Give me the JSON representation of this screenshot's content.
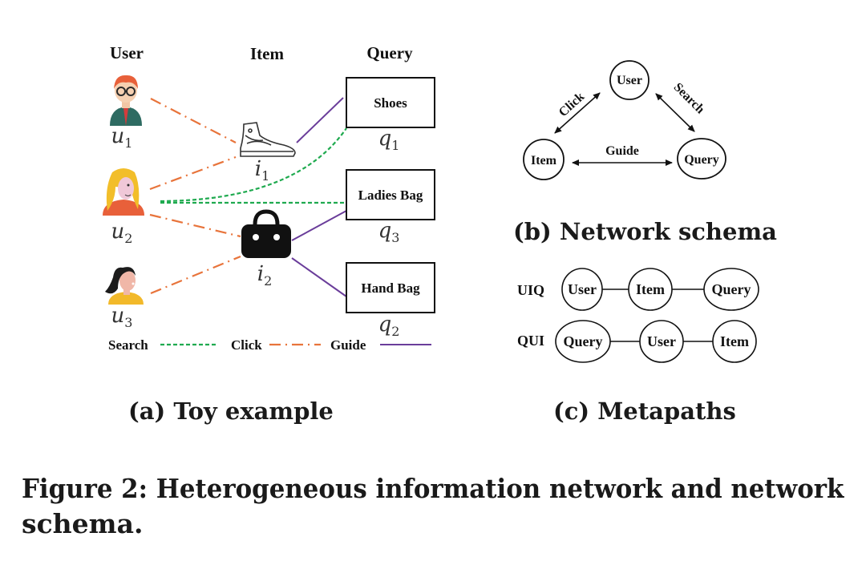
{
  "toy_example": {
    "headers": {
      "user": "User",
      "item": "Item",
      "query": "Query"
    },
    "users": [
      {
        "id": "u1",
        "label_base": "u",
        "label_sub": "1"
      },
      {
        "id": "u2",
        "label_base": "u",
        "label_sub": "2"
      },
      {
        "id": "u3",
        "label_base": "u",
        "label_sub": "3"
      }
    ],
    "items": [
      {
        "id": "i1",
        "label_base": "i",
        "label_sub": "1",
        "icon": "sneaker-icon"
      },
      {
        "id": "i2",
        "label_base": "i",
        "label_sub": "2",
        "icon": "handbag-icon"
      }
    ],
    "queries": [
      {
        "id": "q1",
        "text": "Shoes",
        "label_base": "q",
        "label_sub": "1"
      },
      {
        "id": "q3",
        "text": "Ladies Bag",
        "label_base": "q",
        "label_sub": "3"
      },
      {
        "id": "q2",
        "text": "Hand Bag",
        "label_base": "q",
        "label_sub": "2"
      }
    ],
    "edges": {
      "click": [
        [
          "u1",
          "i1"
        ],
        [
          "u2",
          "i1"
        ],
        [
          "u2",
          "i2"
        ],
        [
          "u3",
          "i2"
        ]
      ],
      "search": [
        [
          "u2",
          "q1"
        ],
        [
          "u2",
          "q3"
        ]
      ],
      "guide": [
        [
          "i1",
          "q1"
        ],
        [
          "i2",
          "q3"
        ],
        [
          "i2",
          "q2"
        ]
      ]
    },
    "legend": {
      "search": "Search",
      "click": "Click",
      "guide": "Guide"
    },
    "colors": {
      "click": "#e8743b",
      "search": "#1faa4f",
      "guide": "#6a3d9a"
    },
    "caption": "(a) Toy example"
  },
  "network_schema": {
    "nodes": {
      "user": "User",
      "item": "Item",
      "query": "Query"
    },
    "edges": {
      "click": "Click",
      "search": "Search",
      "guide": "Guide"
    },
    "caption": "(b) Network schema"
  },
  "metapaths": {
    "paths": [
      {
        "name": "UIQ",
        "nodes": [
          "User",
          "Item",
          "Query"
        ]
      },
      {
        "name": "QUI",
        "nodes": [
          "Query",
          "User",
          "Item"
        ]
      }
    ],
    "caption": "(c) Metapaths"
  },
  "figure_caption": {
    "line1": "Figure 2: Heterogeneous information network and network",
    "line2": "schema."
  }
}
